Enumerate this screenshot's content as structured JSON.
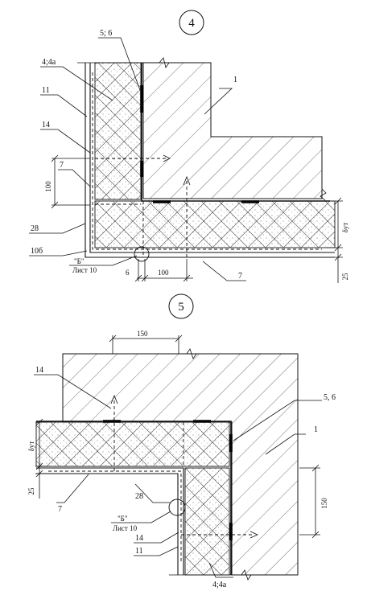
{
  "detail_4": {
    "number": "4",
    "labels": {
      "l56": "5; 6",
      "l44a": "4;4а",
      "l11": "11",
      "l1": "1",
      "l14": "14",
      "l7a": "7",
      "l100v": "100",
      "l28": "28",
      "l10b": "10б",
      "lB": "\"Б\"",
      "lList": "Лист 10",
      "l6": "6",
      "l100h": "100",
      "l7b": "7",
      "ldelta": "δут",
      "l25": "25"
    }
  },
  "detail_5": {
    "number": "5",
    "labels": {
      "l150top": "150",
      "l14a": "14",
      "l56": "5, 6",
      "l1": "1",
      "ldelta": "δут",
      "l25": "25",
      "l28": "28",
      "l7": "7",
      "l150side": "150",
      "lB": "\"Б\"",
      "lList": "Лист 10",
      "l14b": "14",
      "l11": "11",
      "l44a": "4;4а"
    }
  }
}
